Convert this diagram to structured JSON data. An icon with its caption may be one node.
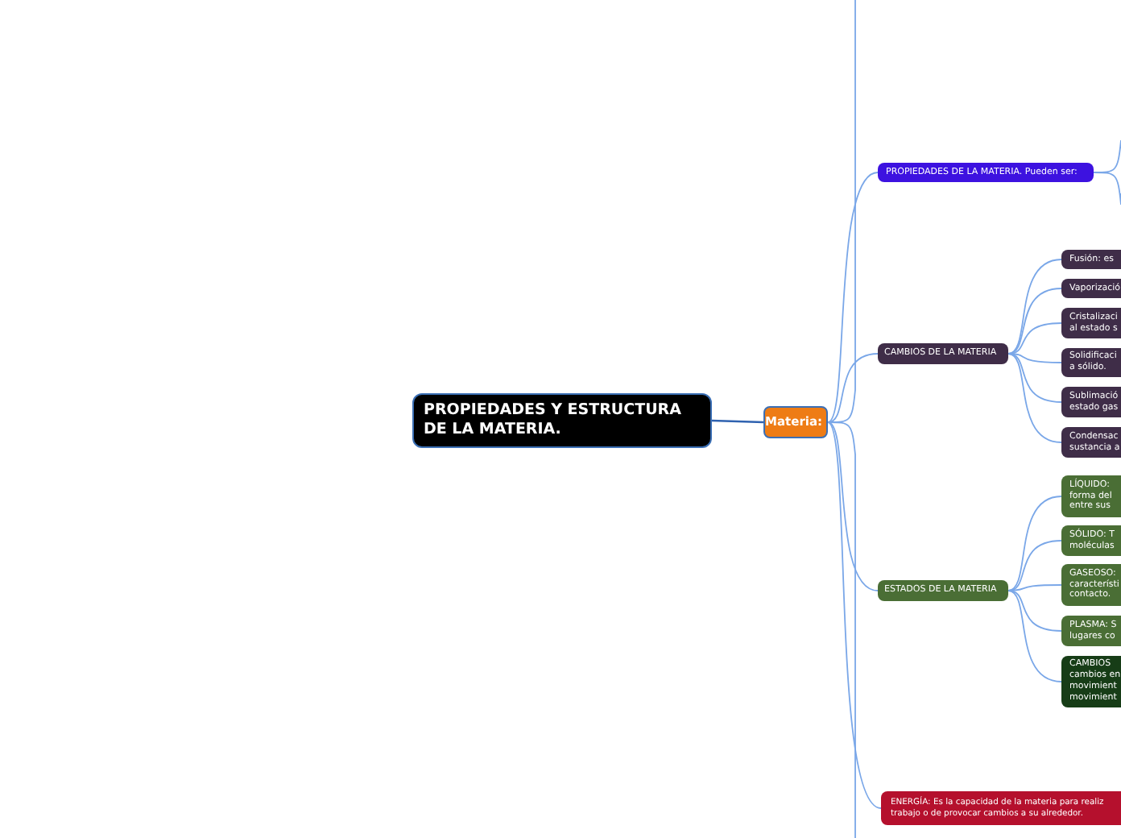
{
  "diagram": {
    "nodes": [
      {
        "text": [
          "PROPIEDADES Y ESTRUCTURA DE LA MATERIA."
        ]
      },
      {
        "text": [
          "Materia:"
        ]
      },
      {
        "text": [
          "PROPIEDADES DE LA MATERIA. Pueden ser:"
        ]
      },
      {
        "text": [
          "CAMBIOS DE LA MATERIA"
        ]
      },
      {
        "text": [
          "Fusión: es"
        ]
      },
      {
        "text": [
          "Vaporizació"
        ]
      },
      {
        "text": [
          "Cristalizaci al estado s"
        ]
      },
      {
        "text": [
          "Solidificaci a sólido."
        ]
      },
      {
        "text": [
          "Sublimació estado gas"
        ]
      },
      {
        "text": [
          "Condensac sustancia a"
        ]
      },
      {
        "text": [
          "ESTADOS DE LA MATERIA"
        ]
      },
      {
        "text": [
          "LÍQUIDO: forma del entre sus"
        ]
      },
      {
        "text": [
          "SÓLIDO: T moléculas"
        ]
      },
      {
        "text": [
          "GASEOSO: característi contacto."
        ]
      },
      {
        "text": [
          "PLASMA: S lugares co"
        ]
      },
      {
        "text": [
          "CAMBIOS cambios en movimient movimient"
        ]
      },
      {
        "text": [
          "ENERGÍA: Es la capacidad de la materia para realiz trabajo o de provocar cambios a su alrededor."
        ]
      }
    ],
    "edges": [
      {
        "from": 0,
        "to": 1,
        "arrow": "none"
      },
      {
        "from": 1,
        "to": null,
        "arrow": "none"
      },
      {
        "from": 1,
        "to": 2,
        "arrow": "none"
      },
      {
        "from": 1,
        "to": 3,
        "arrow": "none"
      },
      {
        "from": 1,
        "to": 10,
        "arrow": "none"
      },
      {
        "from": 1,
        "to": 16,
        "arrow": "none"
      },
      {
        "from": 1,
        "to": null,
        "arrow": "none"
      },
      {
        "from": 2,
        "to": null,
        "arrow": "none"
      },
      {
        "from": 2,
        "to": null,
        "arrow": "none"
      },
      {
        "from": 3,
        "to": 4,
        "arrow": "none"
      },
      {
        "from": 3,
        "to": 5,
        "arrow": "none"
      },
      {
        "from": 3,
        "to": 6,
        "arrow": "none"
      },
      {
        "from": 3,
        "to": 7,
        "arrow": "none"
      },
      {
        "from": 3,
        "to": 8,
        "arrow": "none"
      },
      {
        "from": 3,
        "to": 9,
        "arrow": "none"
      },
      {
        "from": 10,
        "to": 11,
        "arrow": "none"
      },
      {
        "from": 10,
        "to": 12,
        "arrow": "none"
      },
      {
        "from": 10,
        "to": 13,
        "arrow": "none"
      },
      {
        "from": 10,
        "to": 14,
        "arrow": "none"
      },
      {
        "from": 10,
        "to": 15,
        "arrow": "none"
      }
    ]
  }
}
